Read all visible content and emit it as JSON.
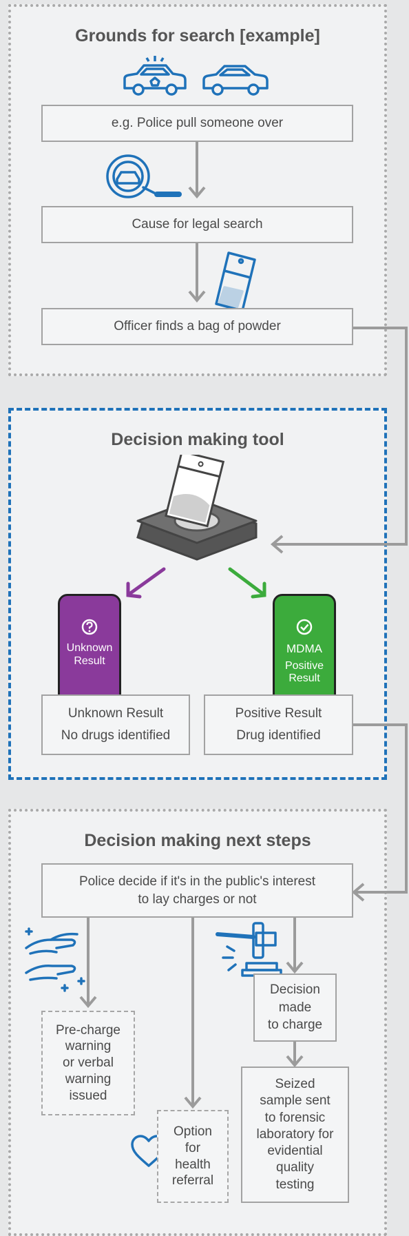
{
  "grounds": {
    "title": "Grounds for search [example]",
    "step1": "e.g. Police pull someone over",
    "step2": "Cause for legal search",
    "step3": "Officer finds a bag of powder"
  },
  "tool": {
    "title": "Decision making tool",
    "phone_unknown": {
      "line1": "Unknown",
      "line2": "Result"
    },
    "phone_positive": {
      "drug": "MDMA",
      "line1": "Positive",
      "line2": "Result"
    },
    "unknown_box": {
      "line1": "Unknown Result",
      "line2": "No drugs identified"
    },
    "positive_box": {
      "line1": "Positive Result",
      "line2": "Drug identified"
    }
  },
  "next": {
    "title": "Decision making next steps",
    "police_decide": "Police decide if it's in the public's interest\nto lay charges or not",
    "warning": "Pre-charge\nwarning\nor verbal\nwarning\nissued",
    "referral": "Option\nfor\nhealth\nreferral",
    "charge": "Decision\nmade\nto charge",
    "lab": "Seized\nsample sent\nto forensic\nlaboratory for\nevidential\nquality\ntesting"
  },
  "colors": {
    "accent_blue": "#1f72b9",
    "unknown_purple": "#8a3a9b",
    "positive_green": "#3cab3c",
    "connector_grey": "#9b9b9b"
  },
  "icons": [
    "police-car-icon",
    "car-icon",
    "search-car-icon",
    "powder-bag-icon",
    "testing-device-icon",
    "help-hands-icon",
    "gavel-icon",
    "heart-icon"
  ]
}
